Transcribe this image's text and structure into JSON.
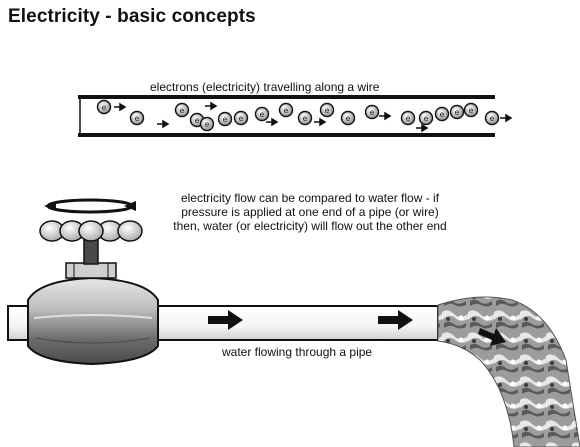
{
  "title": "Electricity - basic concepts",
  "wire_caption": "electrons (electricity) travelling along a wire",
  "compare_caption": [
    "electricity flow can be compared to water flow - if",
    "pressure is applied at one end of a pipe (or wire)",
    "then, water (or electricity) will flow out the other end"
  ],
  "pipe_caption": "water flowing through a pipe",
  "electron_label": "e",
  "icons": {
    "electron": "electron-icon",
    "flow_arrow": "arrow-right-icon",
    "valve": "valve-icon",
    "rotation": "rotation-arrow-icon"
  },
  "colors": {
    "line": "#111111",
    "pipe_fill": "#ffffff",
    "valve_fill": "#9a9a9a",
    "electron_fill": "#bdbdbd"
  }
}
